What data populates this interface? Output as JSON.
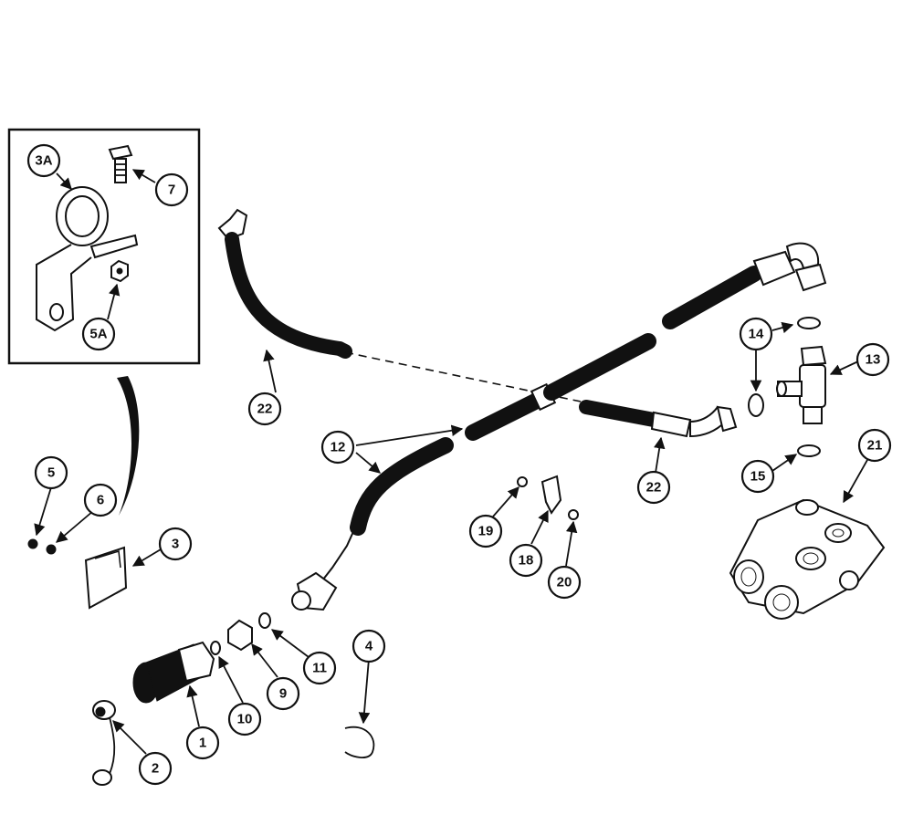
{
  "callouts": {
    "c3A": "3A",
    "c7": "7",
    "c5A": "5A",
    "c22a": "22",
    "c22b": "22",
    "c12": "12",
    "c14": "14",
    "c13": "13",
    "c15": "15",
    "c21": "21",
    "c5": "5",
    "c6": "6",
    "c3": "3",
    "c19": "19",
    "c18": "18",
    "c20": "20",
    "c4": "4",
    "c11": "11",
    "c9": "9",
    "c10": "10",
    "c1": "1",
    "c2": "2"
  }
}
